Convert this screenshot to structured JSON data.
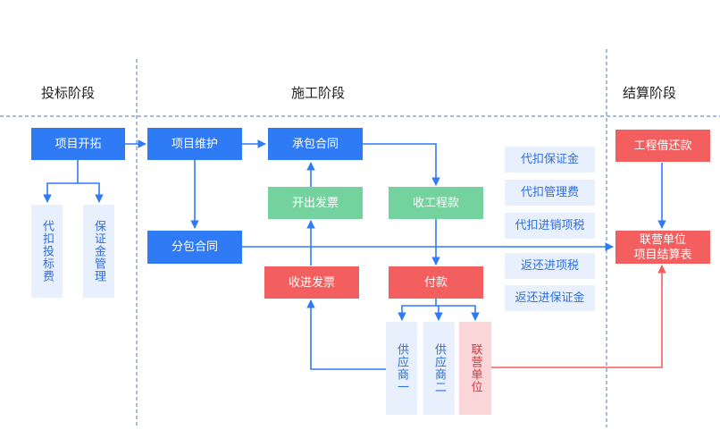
{
  "phases": {
    "bidding": "投标阶段",
    "construction": "施工阶段",
    "settlement": "结算阶段"
  },
  "nodes": {
    "project_start": "项目开拓",
    "project_maintain": "项目维护",
    "main_contract": "承包合同",
    "subcontract": "分包合同",
    "issue_invoice": "开出发票",
    "collect_payment": "收工程款",
    "receive_invoice": "收进发票",
    "payment": "付款",
    "bid_withholding": "代扣投标费",
    "deposit_management": "保证金管理",
    "supplier_one": "供应商一",
    "supplier_two": "供应商二",
    "joint_unit": "联营单位",
    "loan_repay": "工程借还款",
    "settlement_line1": "联营单位",
    "settlement_line2": "项目结算表"
  },
  "side_items": [
    "代扣保证金",
    "代扣管理费",
    "代扣进销项税",
    "返还进项税",
    "返还进保证金"
  ],
  "colors": {
    "primary_blue": "#2f7bf5",
    "green": "#74d29e",
    "red": "#f35f5f",
    "pale_blue": "#e8f0fd",
    "pale_pink": "#fad6d9",
    "dashed_line": "#4a78c8"
  }
}
